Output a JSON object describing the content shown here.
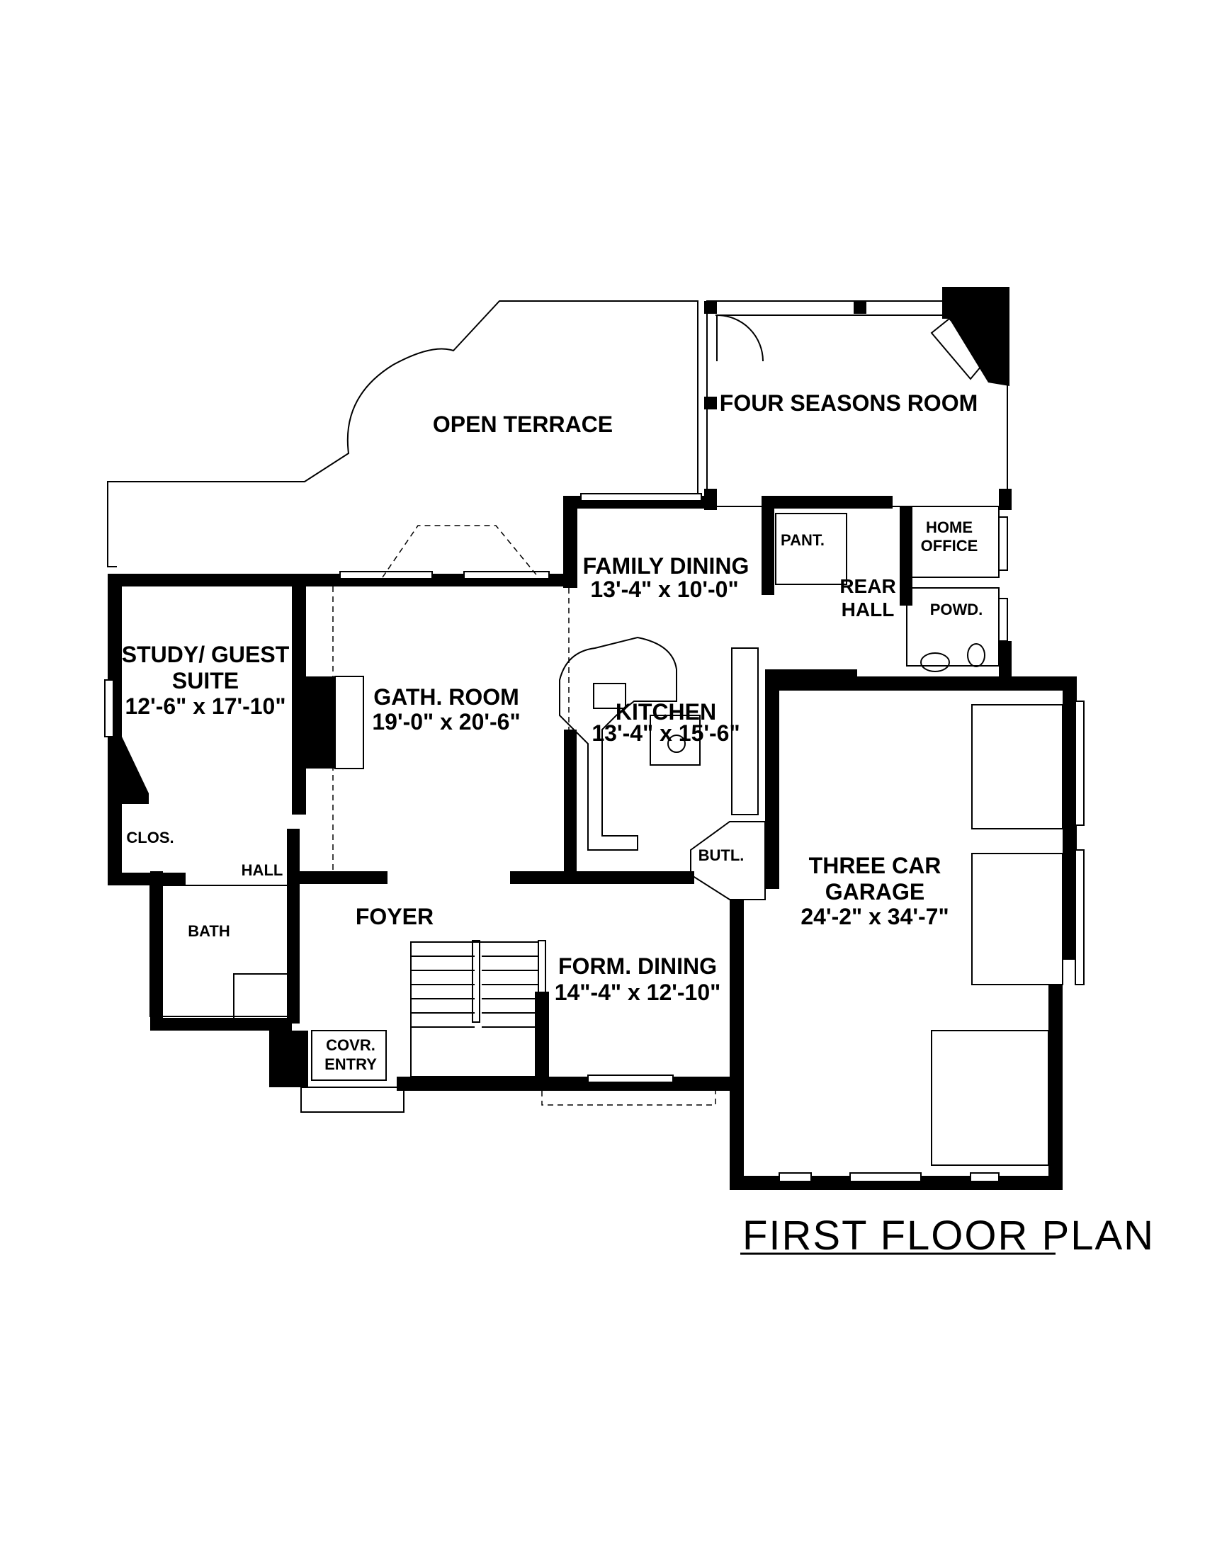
{
  "plan_title": "FIRST FLOOR PLAN",
  "rooms": {
    "open_terrace": {
      "name": "OPEN TERRACE"
    },
    "four_seasons": {
      "name": "FOUR SEASONS ROOM"
    },
    "family_dining": {
      "name": "FAMILY DINING",
      "size": "13'-4\" x 10'-0\""
    },
    "pantry": {
      "name": "PANT."
    },
    "home_office": {
      "name_line1": "HOME",
      "name_line2": "OFFICE"
    },
    "rear_hall": {
      "name_line1": "REAR",
      "name_line2": "HALL"
    },
    "powder": {
      "name": "POWD."
    },
    "study": {
      "name_line1": "STUDY/ GUEST",
      "name_line2": "SUITE",
      "size": "12'-6\" x 17'-10\""
    },
    "gathering": {
      "name": "GATH. ROOM",
      "size": "19'-0\" x 20'-6\""
    },
    "kitchen": {
      "name": "KITCHEN",
      "size": "13'-4\" x 15'-6\""
    },
    "closet": {
      "name": "CLOS."
    },
    "hall": {
      "name": "HALL"
    },
    "butler": {
      "name": "BUTL."
    },
    "garage": {
      "name_line1": "THREE CAR",
      "name_line2": "GARAGE",
      "size": "24'-2\" x 34'-7\""
    },
    "foyer": {
      "name": "FOYER"
    },
    "bath": {
      "name": "BATH"
    },
    "formal_dining": {
      "name": "FORM. DINING",
      "size": "14\"-4\" x 12'-10\""
    },
    "covered_entry": {
      "name_line1": "COVR.",
      "name_line2": "ENTRY"
    }
  }
}
